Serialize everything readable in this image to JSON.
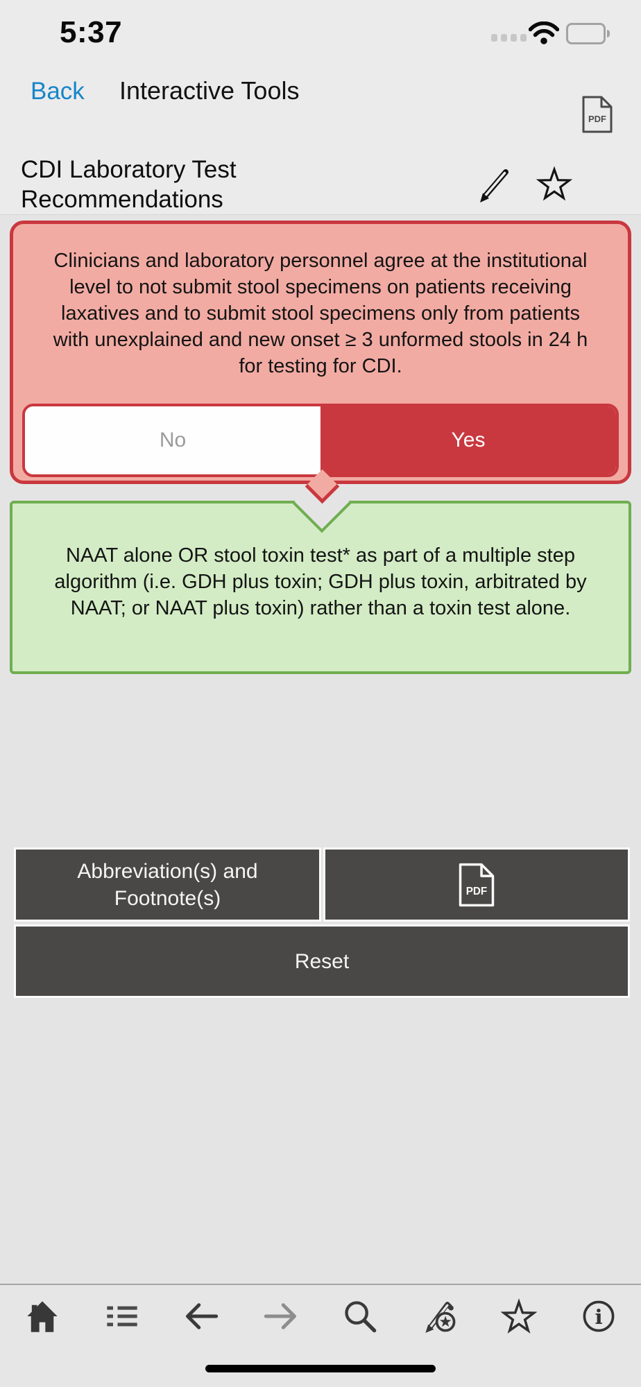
{
  "status_bar": {
    "time": "5:37"
  },
  "nav": {
    "back_label": "Back",
    "title": "Interactive Tools",
    "pdf_icon_label": "PDF"
  },
  "page": {
    "title": "CDI Laboratory Test Recommendations"
  },
  "question_box": {
    "text": "Clinicians and laboratory personnel agree at the institutional level to not submit stool specimens on patients receiving laxatives and to submit stool specimens only from patients with unexplained and new onset ≥ 3 unformed stools in 24 h for testing for CDI.",
    "no_label": "No",
    "yes_label": "Yes",
    "selected_option": "Yes"
  },
  "answer_box": {
    "text": "NAAT alone OR stool toxin test* as part of a multiple step algorithm (i.e. GDH plus toxin; GDH plus toxin, arbitrated by NAAT; or NAAT plus toxin) rather than a toxin test alone."
  },
  "actions": {
    "abbreviations_label": "Abbreviation(s) and Footnote(s)",
    "pdf_icon_label": "PDF",
    "reset_label": "Reset"
  },
  "toolbar": {
    "icons": [
      "home",
      "contents-list",
      "back-arrow",
      "forward-arrow",
      "search",
      "annotate",
      "favorite",
      "info"
    ]
  },
  "colors": {
    "question_bg": "#F2ABA3",
    "question_border": "#C9383F",
    "yes_selected_bg": "#C9383F",
    "answer_bg": "#D3ECC5",
    "answer_border": "#6FAE51",
    "action_button_bg": "#4A4847",
    "accent_blue": "#1786C9",
    "header_bg": "#ECEBEC",
    "content_bg": "#E5E4E5"
  }
}
